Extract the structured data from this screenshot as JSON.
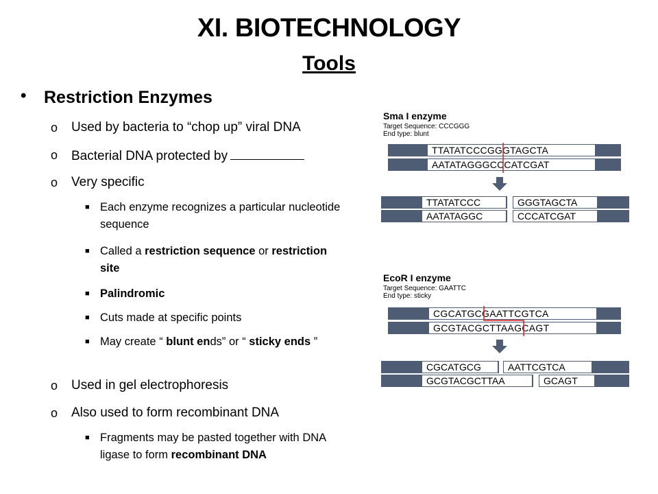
{
  "slide": {
    "title": "XI.  BIOTECHNOLOGY",
    "subtitle": "Tools"
  },
  "outline": {
    "heading": "Restriction Enzymes",
    "bullet_symbol": "•",
    "sub_marker": "o",
    "sq_marker": "■",
    "item1": "Used by bacteria to “chop up” viral DNA",
    "item2": "Bacterial DNA protected by",
    "item3": "Very specific",
    "item3_sub1": "Each enzyme recognizes a particular nucleotide sequence",
    "item3_sub2_a": "Called a ",
    "item3_sub2_b": "restriction sequence",
    "item3_sub2_c": " or ",
    "item3_sub2_d": "restriction site",
    "item3_sub3": "Palindromic",
    "item3_sub4": "Cuts made at specific points",
    "item3_sub5_a": "May create “ ",
    "item3_sub5_b": "blunt en",
    "item3_sub5_c": "ds” or  “ ",
    "item3_sub5_d": "sticky ends",
    "item3_sub5_e": " ”",
    "item4": "Used in gel electrophoresis",
    "item5": "Also used to form recombinant DNA",
    "item5_sub1_a": "Fragments may be pasted together with DNA ligase to form ",
    "item5_sub1_b": "recombinant DNA"
  },
  "figure_sma": {
    "title": "Sma I  enzyme",
    "target": "Target Sequence: CCCGGG",
    "end": "End type: blunt",
    "top_strand": "TTATATCCCGGGTAGCTA",
    "bottom_strand": "AATATAGGGCCCATCGAT",
    "frag_top_left": "TTATATCCC",
    "frag_top_right": "GGGTAGCTA",
    "frag_bottom_left": "AATATAGGC",
    "frag_bottom_right": "CCCATCGAT"
  },
  "figure_eco": {
    "title": "EcoR I  enzyme",
    "target": "Target Sequence: GAATTC",
    "end": "End type: sticky",
    "top_strand": "CGCATGCGAATTCGTCA",
    "bottom_strand": "GCGTACGCTTAAGCAGT",
    "frag_top_left": "CGCATGCG",
    "frag_top_right": "AATTCGTCA",
    "frag_bottom_left": "GCGTACGCTTAA",
    "frag_bottom_right": "GCAGT"
  },
  "colors": {
    "strand_bar": "#4f5d74",
    "strand_box_bg": "#ffffff",
    "cut_line": "#d92020",
    "arrow": "#4f5d74"
  }
}
